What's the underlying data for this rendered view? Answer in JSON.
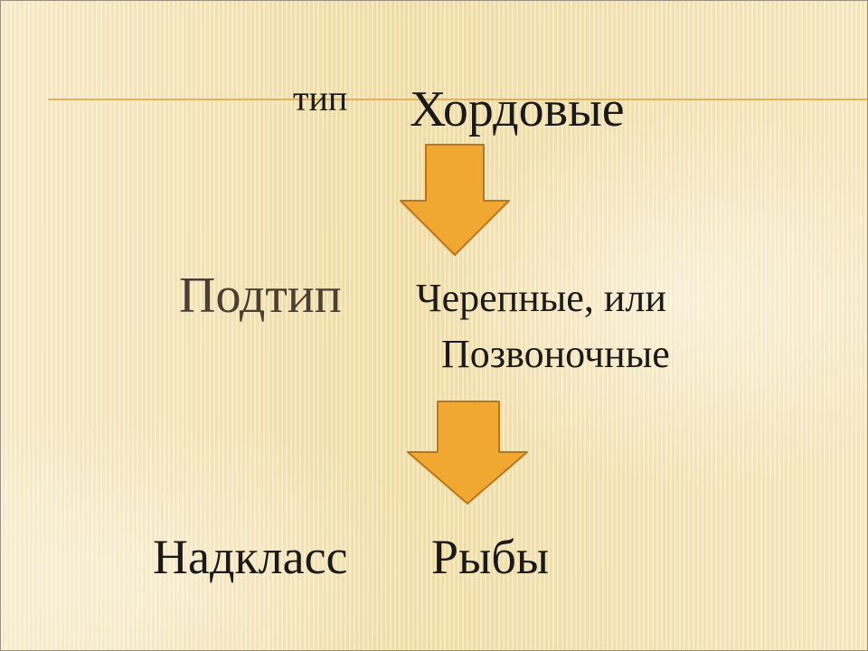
{
  "slide": {
    "type_label": "тип",
    "type_value": "Хордовые",
    "subtype_label": "Подтип",
    "subtype_value_line1": "Черепные, или",
    "subtype_value_line2": "Позвоночные",
    "superclass_label": "Надкласс",
    "superclass_value": "Рыбы"
  },
  "colors": {
    "arrow_fill": "#f0a830",
    "arrow_stroke": "#b8761e",
    "rule": "#e0b45c",
    "background": "#f4e3b0"
  },
  "icons": [
    "down-arrow-icon",
    "down-arrow-icon"
  ]
}
